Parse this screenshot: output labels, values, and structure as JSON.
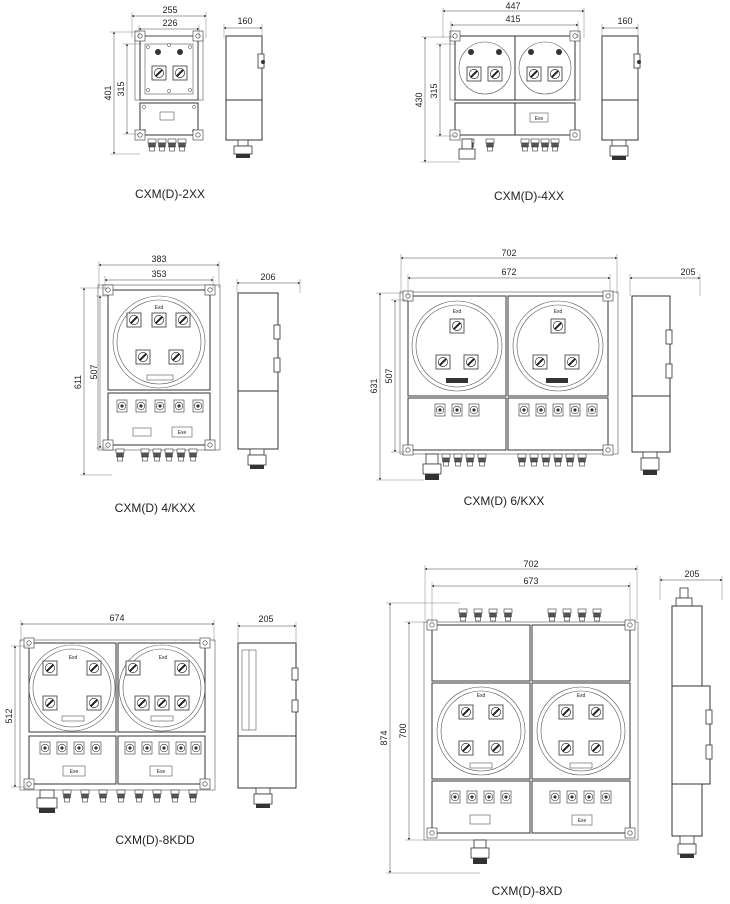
{
  "drawings": [
    {
      "id": "d1",
      "caption": "CXM(D)-2XX",
      "dims": {
        "outer_width": "255",
        "inner_width": "226",
        "depth": "160",
        "height": "401",
        "body_height": "315"
      },
      "labels": []
    },
    {
      "id": "d2",
      "caption": "CXM(D)-4XX",
      "dims": {
        "outer_width": "447",
        "inner_width": "415",
        "depth": "160",
        "height": "430",
        "body_height": "315"
      },
      "labels": [
        "Exe"
      ]
    },
    {
      "id": "d3",
      "caption": "CXM(D) 4/KXX",
      "dims": {
        "outer_width": "383",
        "inner_width": "353",
        "depth": "206",
        "height": "611",
        "body_height": "507"
      },
      "labels": [
        "Exd",
        "Exe"
      ]
    },
    {
      "id": "d4",
      "caption": "CXM(D) 6/KXX",
      "dims": {
        "outer_width": "702",
        "inner_width": "672",
        "depth": "205",
        "height": "631",
        "body_height": "507"
      },
      "labels": [
        "Exd",
        "Exd"
      ]
    },
    {
      "id": "d5",
      "caption": "CXM(D)-8KDD",
      "dims": {
        "outer_width": "674",
        "depth": "205",
        "height": "512"
      },
      "labels": [
        "Exd",
        "Exd",
        "Exe",
        "Exe"
      ]
    },
    {
      "id": "d6",
      "caption": "CXM(D)-8XD",
      "dims": {
        "outer_width": "702",
        "inner_width": "673",
        "depth": "205",
        "height": "874",
        "body_height": "700"
      },
      "labels": [
        "Exd",
        "Exd",
        "Exe"
      ]
    }
  ]
}
